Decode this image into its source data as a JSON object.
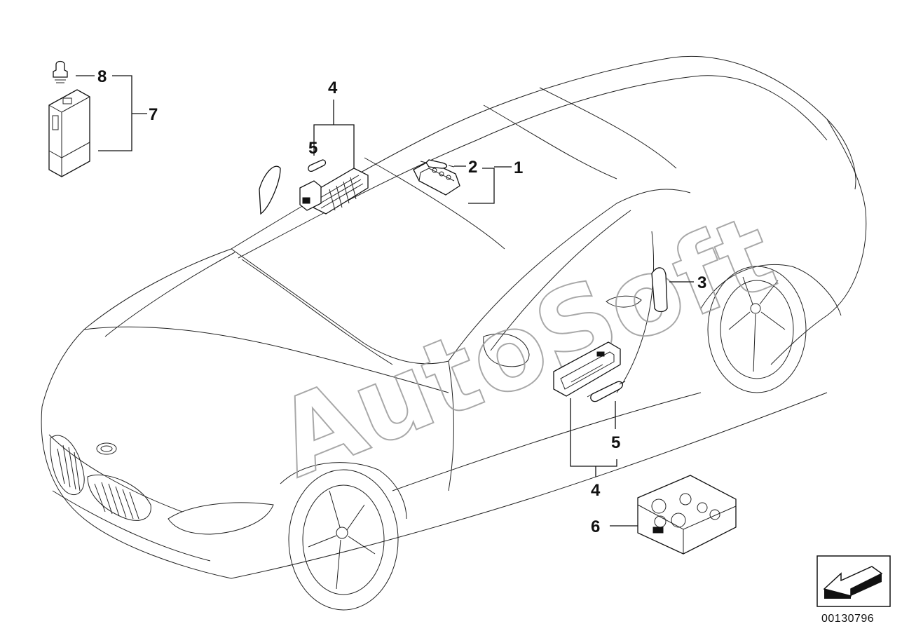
{
  "diagram": {
    "callouts": {
      "c1": "1",
      "c2": "2",
      "c3": "3",
      "c4_top": "4",
      "c4_bottom": "4",
      "c5_top": "5",
      "c5_bottom": "5",
      "c6": "6",
      "c7": "7",
      "c8": "8"
    },
    "watermark": "AutoSoft",
    "reference_code": "00130796",
    "icons": {
      "car": "car-outline-icon",
      "return_arrow": "return-arrow-icon"
    }
  }
}
